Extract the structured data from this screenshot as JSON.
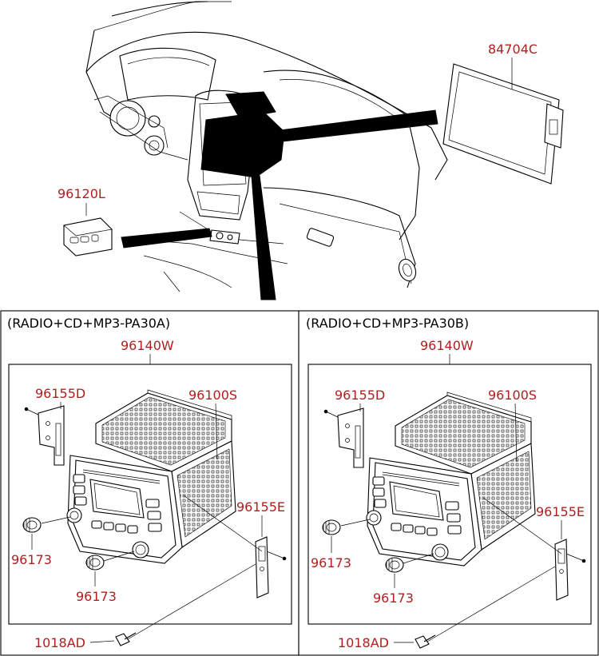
{
  "top": {
    "labels": {
      "display": "84704C",
      "aux_jack": "96120L"
    }
  },
  "panels": [
    {
      "title": "(RADIO+CD+MP3-PA30A)",
      "assembly": "96140W",
      "bracket_left": "96155D",
      "head_unit": "96100S",
      "bracket_right": "96155E",
      "knob_upper": "96173",
      "knob_lower": "96173",
      "screw": "1018AD"
    },
    {
      "title": "(RADIO+CD+MP3-PA30B)",
      "assembly": "96140W",
      "bracket_left": "96155D",
      "head_unit": "96100S",
      "bracket_right": "96155E",
      "knob_upper": "96173",
      "knob_lower": "96173",
      "screw": "1018AD"
    }
  ],
  "colors": {
    "label": "#b21e1e",
    "line": "#000000"
  }
}
